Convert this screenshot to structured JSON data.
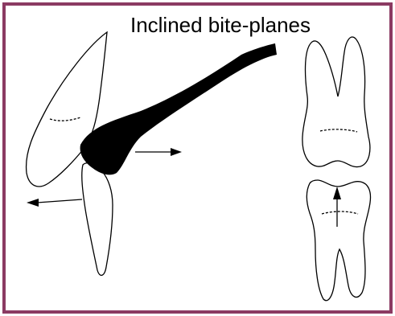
{
  "slide": {
    "title": "Inclined bite-planes"
  },
  "colors": {
    "border": "#8b3a62",
    "ink": "#000000",
    "background": "#ffffff"
  },
  "illustration": {
    "elements": [
      "incisor-tooth",
      "bite-plane-appliance",
      "lower-incisor",
      "upper-molar",
      "lower-molar",
      "force-arrows"
    ]
  }
}
